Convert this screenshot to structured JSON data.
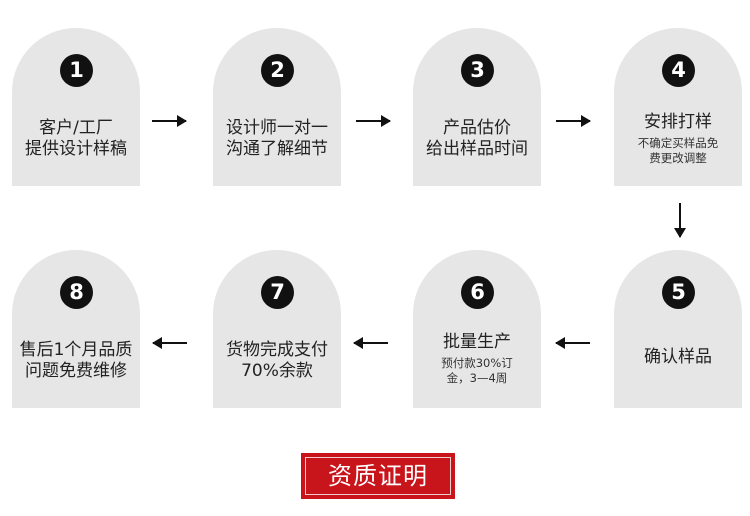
{
  "steps": [
    {
      "num": "1",
      "title": [
        "客户/工厂",
        "提供设计样稿"
      ],
      "sub": []
    },
    {
      "num": "2",
      "title": [
        "设计师一对一",
        "沟通了解细节"
      ],
      "sub": []
    },
    {
      "num": "3",
      "title": [
        "产品估价",
        "给出样品时间"
      ],
      "sub": []
    },
    {
      "num": "4",
      "title": [
        "安排打样"
      ],
      "sub": [
        "不确定买样品免",
        "费更改调整"
      ]
    },
    {
      "num": "5",
      "title": [
        "确认样品"
      ],
      "sub": []
    },
    {
      "num": "6",
      "title": [
        "批量生产"
      ],
      "sub": [
        "预付款30%订",
        "金，3—4周"
      ]
    },
    {
      "num": "7",
      "title": [
        "货物完成支付",
        "70%余款"
      ],
      "sub": []
    },
    {
      "num": "8",
      "title": [
        "售后1个月品质",
        "问题免费维修"
      ],
      "sub": []
    }
  ],
  "badge": {
    "label": "资质证明"
  }
}
